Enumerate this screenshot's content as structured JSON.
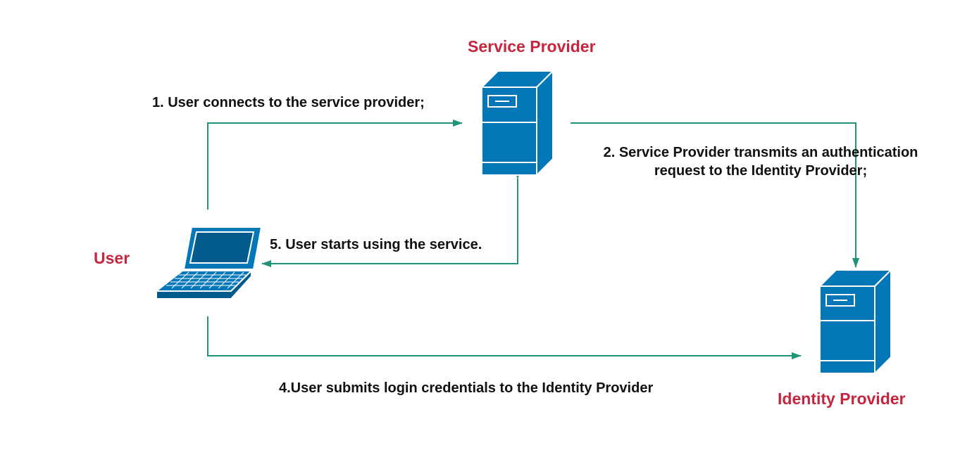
{
  "nodes": {
    "service_provider": {
      "label": "Service Provider"
    },
    "user": {
      "label": "User"
    },
    "identity_provider": {
      "label": "Identity Provider"
    }
  },
  "steps": {
    "step1": "1. User connects to the service provider;",
    "step2_line1": "2. Service Provider transmits an authentication",
    "step2_line2": "request to the Identity Provider;",
    "step4": "4.User submits login credentials to the Identity Provider",
    "step5": "5. User starts using the service."
  },
  "colors": {
    "device_fill": "#0477b8",
    "device_dark": "#035a8c",
    "arrow": "#1f9479",
    "node_label": "#c7253e",
    "step_text": "#111111"
  },
  "icons": {
    "service_provider": "server-icon",
    "identity_provider": "server-icon",
    "user": "laptop-icon"
  }
}
